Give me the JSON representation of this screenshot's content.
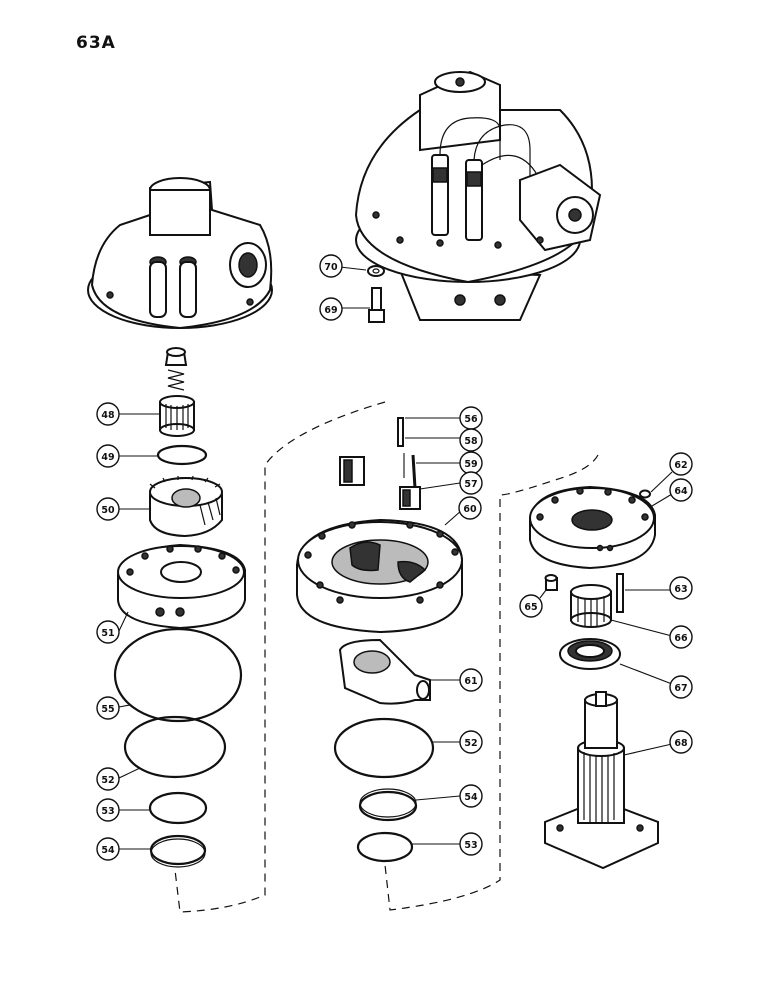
{
  "page": {
    "label": "63A"
  },
  "callouts": {
    "c48": "48",
    "c49": "49",
    "c50": "50",
    "c51": "51",
    "c52a": "52",
    "c52b": "52",
    "c53a": "53",
    "c53b": "53",
    "c54a": "54",
    "c54b": "54",
    "c55": "55",
    "c56": "56",
    "c57": "57",
    "c58": "58",
    "c59": "59",
    "c60": "60",
    "c61": "61",
    "c62": "62",
    "c63": "63",
    "c64": "64",
    "c65": "65",
    "c66": "66",
    "c67": "67",
    "c68": "68",
    "c69": "69",
    "c70": "70"
  }
}
